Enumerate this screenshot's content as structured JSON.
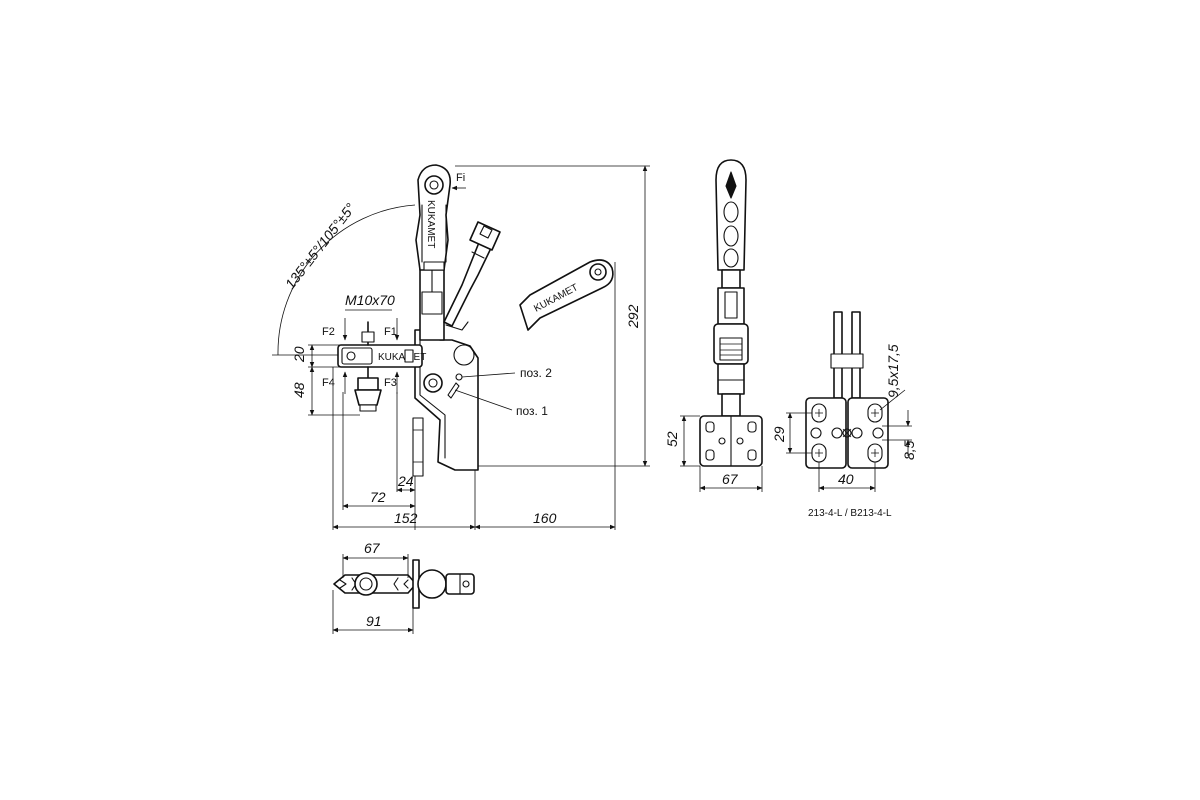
{
  "front_view": {
    "angle": "135°±5°/105°±5°",
    "thread": "M10x70",
    "forces": {
      "f1": "F1",
      "f2": "F2",
      "f3": "F3",
      "f4": "F4",
      "fi": "Fi"
    },
    "positions": {
      "pos1": "поз. 1",
      "pos2": "поз. 2"
    },
    "dims": {
      "d20": "20",
      "d48": "48",
      "d24": "24",
      "d72": "72",
      "d152": "152",
      "d160": "160",
      "d292": "292"
    }
  },
  "side_view": {
    "dims": {
      "d52": "52",
      "d67": "67"
    }
  },
  "base_view": {
    "dims": {
      "d29": "29",
      "d40": "40",
      "d8_5": "8,5",
      "slot": "9,5x17,5"
    },
    "model": "213-4-L / B213-4-L"
  },
  "top_view": {
    "dims": {
      "d67": "67",
      "d91": "91"
    }
  }
}
